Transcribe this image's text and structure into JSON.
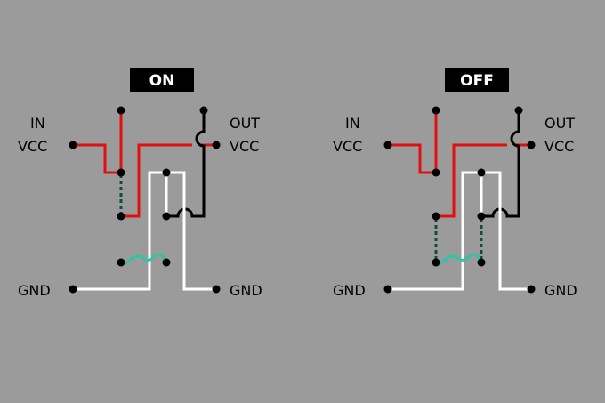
{
  "panels": [
    {
      "state_label": "ON",
      "in_label": "IN",
      "vcc_left_label": "VCC",
      "out_label": "OUT",
      "vcc_right_label": "VCC",
      "gnd_left_label": "GND",
      "gnd_right_label": "GND"
    },
    {
      "state_label": "OFF",
      "in_label": "IN",
      "vcc_left_label": "VCC",
      "out_label": "OUT",
      "vcc_right_label": "VCC",
      "gnd_left_label": "GND",
      "gnd_right_label": "GND"
    }
  ],
  "colors": {
    "background": "#9b9b9b",
    "vcc_wire": "#e01010",
    "gnd_wire": "#ffffff",
    "signal_wire": "#000000",
    "switch_link": "#2ec4a8",
    "contact_dashed": "#0f4d3a",
    "badge": "#000000"
  }
}
